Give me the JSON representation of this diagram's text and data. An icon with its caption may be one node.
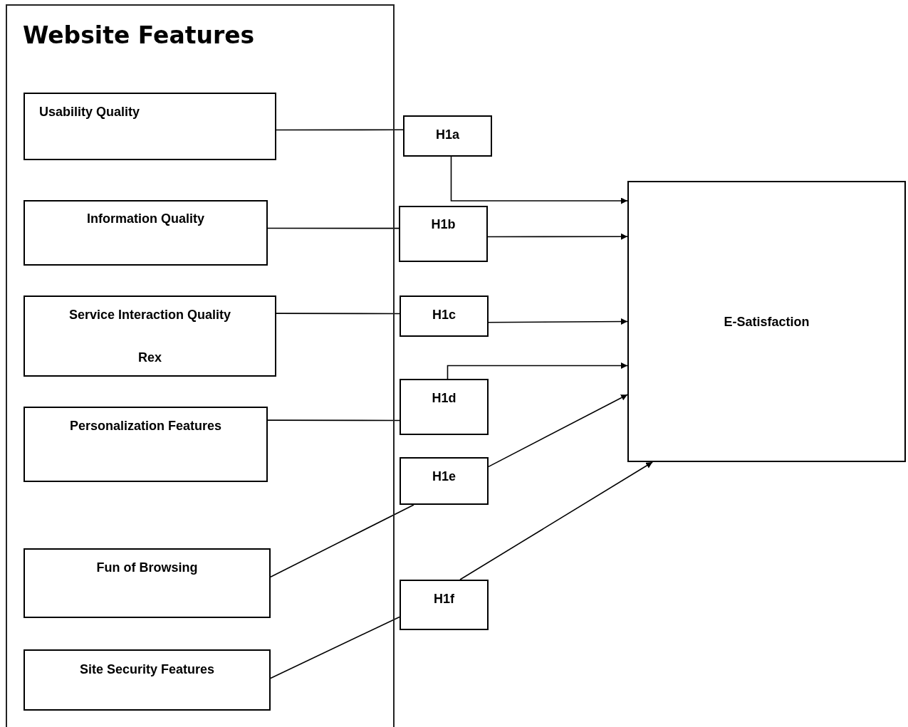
{
  "diagram": {
    "nodes": [
      {
        "text": [
          "Website Features"
        ]
      },
      {
        "text": [
          "Usability Quality"
        ],
        "in": 0
      },
      {
        "text": [
          "Information Quality"
        ],
        "in": 0
      },
      {
        "text": [
          "Service Interaction Quality",
          "Rex"
        ],
        "in": 0
      },
      {
        "text": [
          "Personalization Features"
        ],
        "in": 0
      },
      {
        "text": [
          "Fun of Browsing"
        ],
        "in": 0
      },
      {
        "text": [
          "Site Security Features"
        ],
        "in": 0
      },
      {
        "text": [
          "H1a"
        ]
      },
      {
        "text": [
          "H1b"
        ]
      },
      {
        "text": [
          "H1c"
        ]
      },
      {
        "text": [
          "H1d"
        ]
      },
      {
        "text": [
          "H1e"
        ]
      },
      {
        "text": [
          "H1f"
        ]
      },
      {
        "text": [
          "E-Satisfaction"
        ]
      }
    ],
    "edges": [
      {
        "from": 1,
        "to": 7,
        "arrow": "none"
      },
      {
        "from": 2,
        "to": 8,
        "arrow": "none"
      },
      {
        "from": 3,
        "to": 9,
        "arrow": "none"
      },
      {
        "from": 4,
        "to": 10,
        "arrow": "none"
      },
      {
        "from": 5,
        "to": 11,
        "arrow": "none"
      },
      {
        "from": 6,
        "to": 12,
        "arrow": "none"
      },
      {
        "from": 7,
        "to": 13,
        "arrow": "to"
      },
      {
        "from": 8,
        "to": 13,
        "arrow": "to"
      },
      {
        "from": 9,
        "to": 13,
        "arrow": "to"
      },
      {
        "from": 10,
        "to": 13,
        "arrow": "to"
      },
      {
        "from": 11,
        "to": 13,
        "arrow": "to"
      },
      {
        "from": 12,
        "to": 13,
        "arrow": "to"
      }
    ]
  }
}
